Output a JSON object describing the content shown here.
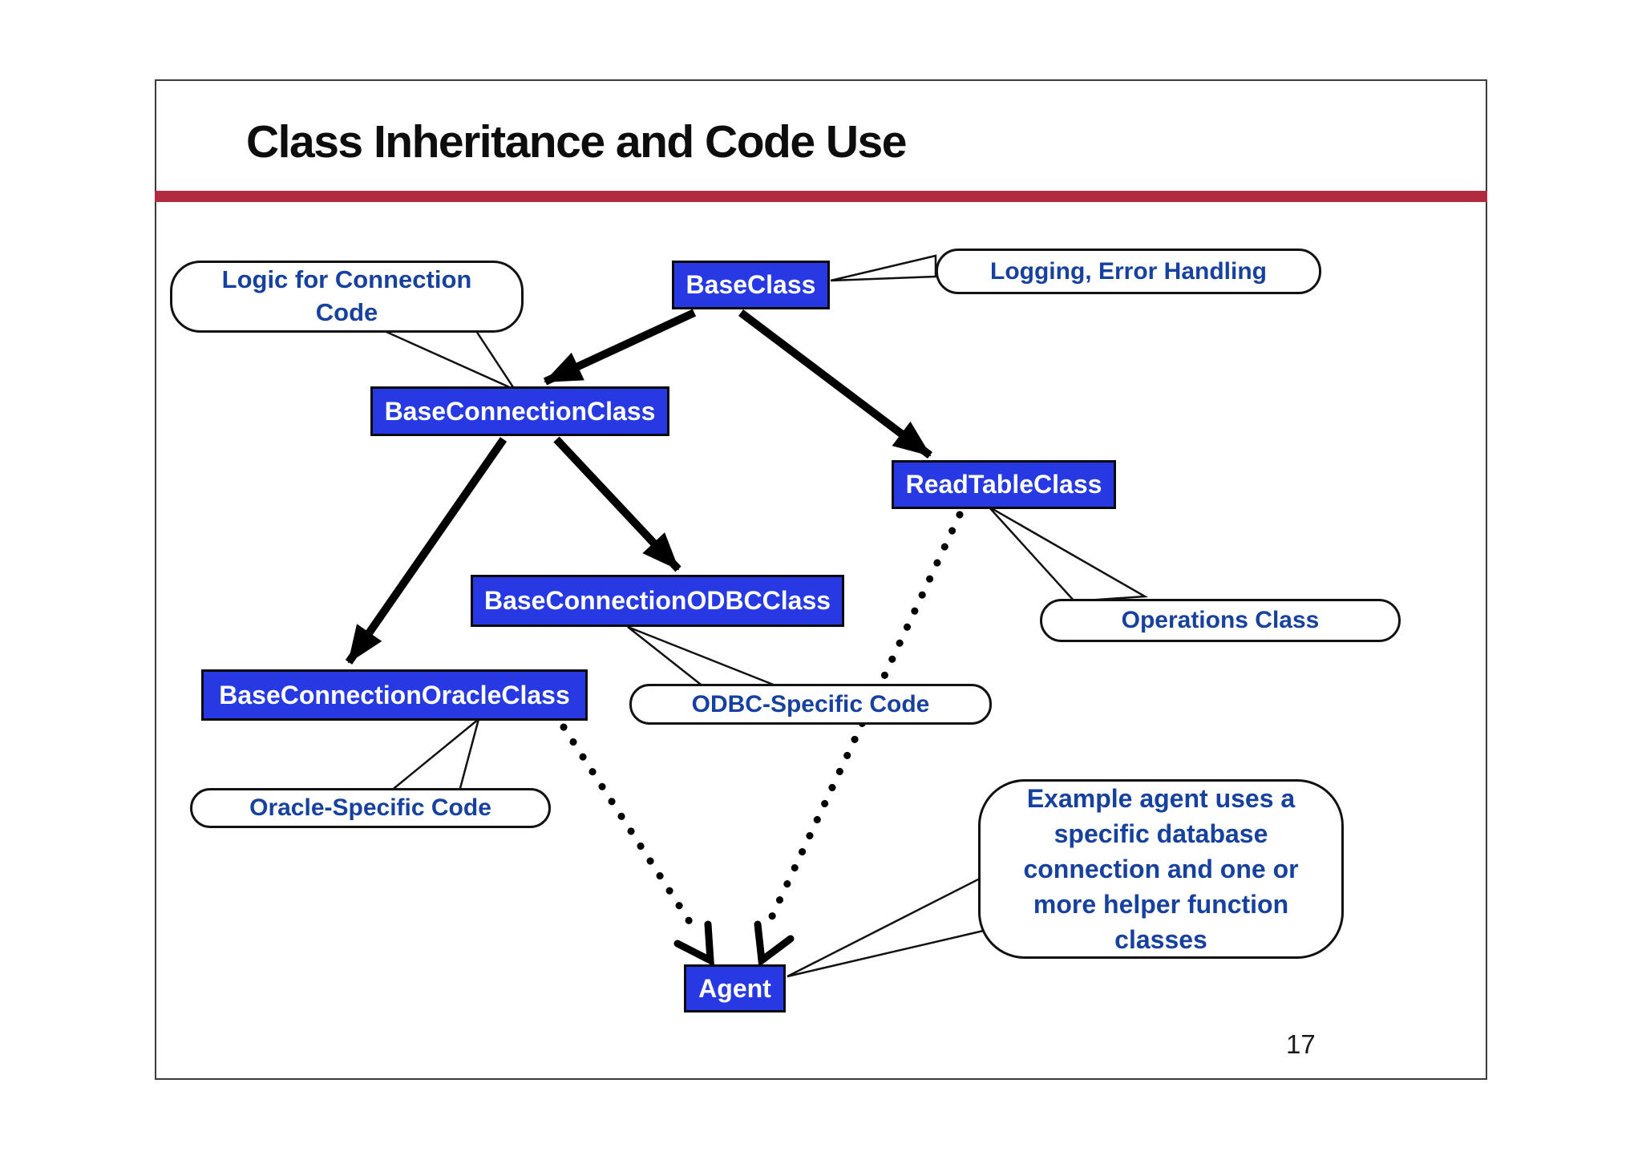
{
  "slide": {
    "title": "Class Inheritance and Code Use",
    "page_number": "17"
  },
  "colors": {
    "accent_bar": "#b12a3f",
    "node_fill": "#2639e3",
    "node_text": "#ffffff",
    "callout_text": "#17419e",
    "line": "#000000"
  },
  "diagram": {
    "nodes": [
      {
        "id": "base-class",
        "label": "BaseClass"
      },
      {
        "id": "base-connection-class",
        "label": "BaseConnectionClass"
      },
      {
        "id": "read-table-class",
        "label": "ReadTableClass"
      },
      {
        "id": "base-connection-odbc-class",
        "label": "BaseConnectionODBCClass"
      },
      {
        "id": "base-connection-oracle-class",
        "label": "BaseConnectionOracleClass"
      },
      {
        "id": "agent",
        "label": "Agent"
      }
    ],
    "callouts": [
      {
        "id": "logic",
        "text": "Logic for Connection Code",
        "points_to": "BaseConnectionClass"
      },
      {
        "id": "logging",
        "text": "Logging, Error Handling",
        "points_to": "BaseClass"
      },
      {
        "id": "operations",
        "text": "Operations Class",
        "points_to": "ReadTableClass"
      },
      {
        "id": "odbc",
        "text": "ODBC-Specific Code",
        "points_to": "BaseConnectionODBCClass"
      },
      {
        "id": "oracle",
        "text": "Oracle-Specific Code",
        "points_to": "BaseConnectionOracleClass"
      },
      {
        "id": "example",
        "text": "Example agent uses a specific database connection and one or more helper function classes",
        "points_to": "Agent"
      }
    ],
    "edges": [
      {
        "from": "BaseClass",
        "to": "BaseConnectionClass",
        "style": "solid-arrow"
      },
      {
        "from": "BaseClass",
        "to": "ReadTableClass",
        "style": "solid-arrow"
      },
      {
        "from": "BaseConnectionClass",
        "to": "BaseConnectionOracleClass",
        "style": "solid-arrow"
      },
      {
        "from": "BaseConnectionClass",
        "to": "BaseConnectionODBCClass",
        "style": "solid-arrow"
      },
      {
        "from": "BaseConnectionOracleClass",
        "to": "Agent",
        "style": "dotted-arrow"
      },
      {
        "from": "ReadTableClass",
        "to": "Agent",
        "style": "dotted-arrow"
      }
    ]
  }
}
